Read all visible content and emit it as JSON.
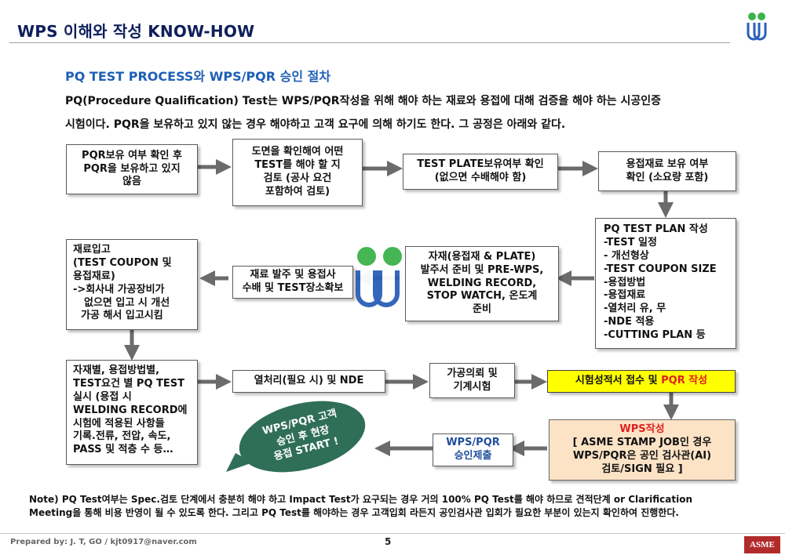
{
  "header": {
    "title": "WPS 이해와 작성 KNOW-HOW"
  },
  "subtitle": "PQ TEST PROCESS와 WPS/PQR 승인 절차",
  "intro": {
    "line1": "PQ(Procedure Qualification) Test는 WPS/PQR작성을 위해 해야 하는 재료와 용접에 대해 검증을 해야 하는 시공인증",
    "line2": "시험이다.  PQR을 보유하고 있지 않는 경우 해야하고 고객 요구에 의해 하기도 한다. 그 공정은 아래와 같다."
  },
  "boxes": {
    "b1": [
      "PQR보유 여부 확인 후",
      "PQR을 보유하고 있지",
      "않음"
    ],
    "b2": [
      "도면을 확인해여 어떤",
      "TEST를 해야 할 지",
      "검토 (공사 요건",
      "포함하여 검토)"
    ],
    "b3": [
      "TEST PLATE보유여부 확인",
      "(없으면 수배해야 함)"
    ],
    "b4": [
      "용접재료 보유 여부",
      "확인 (소요량 포함)"
    ],
    "b5": [
      "PQ TEST PLAN 작성",
      "-TEST 일정",
      " - 개선형상",
      "-TEST COUPON SIZE",
      "-용접방법",
      "-용접재료",
      "-열처리 유, 무",
      "-NDE 적용",
      "-CUTTING PLAN 등"
    ],
    "b6": [
      "자재(용접재 & PLATE)",
      "발주서 준비 및 PRE-WPS,",
      "WELDING RECORD,",
      "STOP WATCH, 온도계",
      "준비"
    ],
    "b7": [
      "재료 발주 및 용접사",
      "수배 및 TEST장소확보"
    ],
    "b8": [
      "재료입고",
      "(TEST COUPON 및",
      "용접재료)",
      "->회사내 가공장비가",
      "없으면 입고 시 개선",
      "가공 해서 입고시킴"
    ],
    "b9": [
      "자재별, 용접방법별,",
      "TEST요건 별 PQ TEST",
      "실시 (용접 시",
      "WELDING RECORD에",
      "시험에 적용된 사항들",
      "기록.전류, 전압, 속도,",
      "PASS 및 적층 수 등…"
    ],
    "b10": [
      "열처리(필요 시) 및 NDE"
    ],
    "b11": [
      "가공의뢰 및",
      "기계시험"
    ],
    "b12": {
      "part1": "시험성적서 접수 및 ",
      "part2": "PQR 작성"
    },
    "b13": {
      "title": "WPS작성",
      "lines": [
        "[ ASME STAMP JOB인 경우",
        "WPS/PQR은 공인 검사관(AI)",
        "검토/SIGN 필요 ]"
      ]
    },
    "b14": [
      "WPS/PQR",
      "승인제출"
    ]
  },
  "ellipse": [
    "WPS/PQR 고객",
    "승인 후 현장",
    "용접 START !"
  ],
  "note": {
    "line1": "Note) PQ Test여부는 Spec.검토 단계에서 충분히 해야 하고 Impact Test가 요구되는 경우 거의 100% PQ Test를 해야 하므로 견적단계 or Clarification",
    "line2": "Meeting을 통해 비용 반영이 될 수 있도록 한다. 그리고 PQ Test를 해야하는 경우 고객입회 라든지 공인검사관 입회가 필요한 부분이 있는지 확인하여 진행한다."
  },
  "footer": {
    "prepared": "Prepared by: J. T, GO / kjt0917@naver.com",
    "page": "5",
    "asme_logo": "ASME"
  },
  "colors": {
    "navy": "#0f1f5c",
    "blue": "#1f5fb5",
    "arrow": "#6b6b6b",
    "ellipse": "#2f6e57",
    "yellow": "#ffff00",
    "peach": "#fde3c6",
    "red": "#e02020"
  }
}
